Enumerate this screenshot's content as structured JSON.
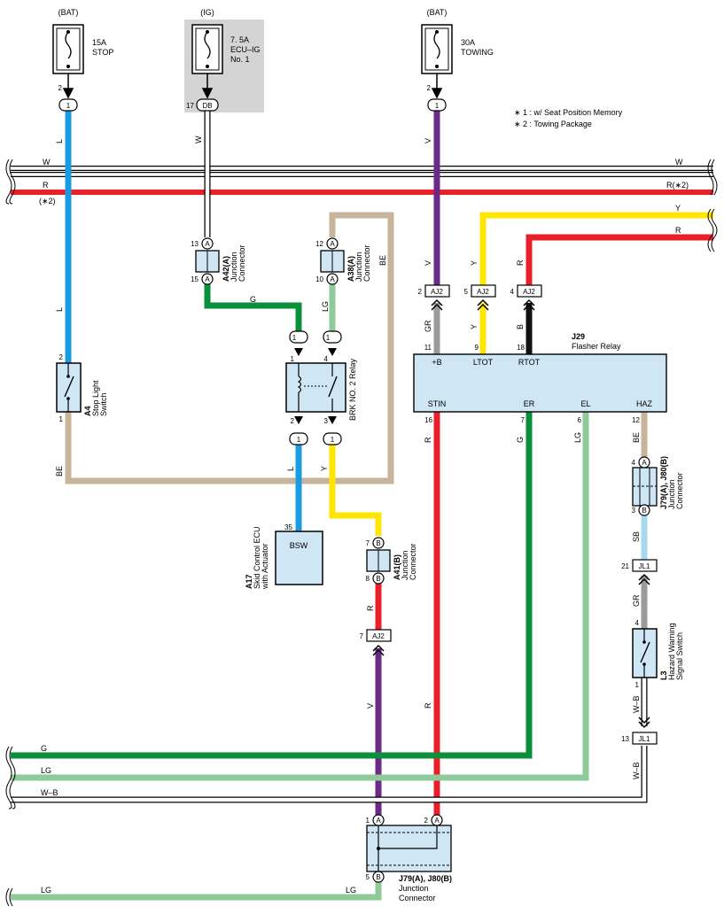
{
  "colors": {
    "L": "#1a9de0",
    "W": "#ffffff",
    "R": "#e8202a",
    "V": "#6b2a86",
    "Y": "#ffe600",
    "B": "#111111",
    "G": "#0a8f3a",
    "LG": "#8fca9a",
    "BE": "#c8b49a",
    "GR": "#9b9b9b",
    "SB": "#a8d8f0",
    "component_fill": "#cfe6f5",
    "ig_shade": "#d4d4d4"
  },
  "fuses": {
    "stop": {
      "source": "(BAT)",
      "rating": "15A",
      "name": "STOP",
      "pin": "2",
      "conn": "1"
    },
    "ecuig": {
      "source": "(IG)",
      "rating": "7. 5A",
      "name1": "ECU–IG",
      "name2": "No. 1",
      "pin": "17",
      "conn": "DB"
    },
    "towing": {
      "source": "(BAT)",
      "rating": "30A",
      "name": "TOWING",
      "pin": "2",
      "conn": "1"
    }
  },
  "notes": {
    "n1": "∗ 1 : w/ Seat Position Memory",
    "n2": "∗ 2 : Towing Package"
  },
  "bus": {
    "W": "W",
    "W_right": "W",
    "R": "R",
    "R_right": "R(∗2)",
    "R_note": "(∗2)",
    "Y": "Y",
    "R2": "R"
  },
  "wire_labels": {
    "L1": "L",
    "L2": "L",
    "W1": "W",
    "V1": "V",
    "V2": "V",
    "Y1": "Y",
    "Y2": "Y",
    "R1": "R",
    "B1": "B",
    "GR1": "GR",
    "G1": "G",
    "LG1": "LG",
    "BE1": "BE",
    "BE2": "BE",
    "L3": "L",
    "Y3": "Y",
    "R3": "R",
    "V3": "V",
    "R4": "R",
    "G2": "G",
    "LG2": "LG",
    "BE3": "BE",
    "SB": "SB",
    "GR2": "GR",
    "WB1": "W–B",
    "WB2": "W–B",
    "bottomG": "G",
    "bottomLG": "LG",
    "bottomWB": "W–B",
    "bottomLG2": "LG",
    "bottomLG3": "LG"
  },
  "a42": {
    "id": "A42(A)",
    "desc1": "Junction",
    "desc2": "Connector",
    "pin_top": "13",
    "pin_bot": "15",
    "conn": "A"
  },
  "a38": {
    "id": "A38(A)",
    "desc1": "Junction",
    "desc2": "Connector",
    "pin_top": "12",
    "pin_bot": "10",
    "conn": "A"
  },
  "a4": {
    "id": "A4",
    "desc1": "Stop Light",
    "desc2": "Switch",
    "pin_top": "2",
    "pin_bot": "1"
  },
  "relay": {
    "name": "BRK NO. 2 Relay",
    "p1": "1",
    "p4": "4",
    "p2": "2",
    "p3": "3",
    "c1": "1",
    "c4": "1",
    "c2": "1",
    "c3": "1"
  },
  "a17": {
    "id": "A17",
    "desc1": "Skid Control ECU",
    "desc2": "with Actuator",
    "pin": "35",
    "term": "BSW"
  },
  "a41": {
    "id": "A41(B)",
    "desc1": "Junction",
    "desc2": "Connector",
    "pin_top": "7",
    "pin_bot": "8",
    "conn": "B"
  },
  "aj2": {
    "label": "AJ2",
    "p2": "2",
    "p5": "5",
    "p4": "4",
    "p7": "7"
  },
  "j29": {
    "id": "J29",
    "name": "Flasher Relay",
    "top_pins": [
      {
        "num": "11",
        "term": "+B"
      },
      {
        "num": "9",
        "term": "LTOT"
      },
      {
        "num": "18",
        "term": "RTOT"
      }
    ],
    "bot_pins": [
      {
        "num": "16",
        "term": "STIN"
      },
      {
        "num": "7",
        "term": "ER"
      },
      {
        "num": "6",
        "term": "EL"
      },
      {
        "num": "12",
        "term": "HAZ"
      }
    ]
  },
  "j79a": {
    "id": "J79(A), J80(B)",
    "desc1": "Junction",
    "desc2": "Connector",
    "pin_top": "4",
    "pin_bot": "3",
    "ca": "A",
    "cb": "B"
  },
  "jl1": {
    "label": "JL1",
    "p21": "21",
    "p13": "13"
  },
  "l3": {
    "id": "L3",
    "desc1": "Hazard Warning",
    "desc2": "Signal Switch",
    "pin_top": "4",
    "pin_bot": "1"
  },
  "j79b": {
    "id": "J79(A), J80(B)",
    "desc1": "Junction",
    "desc2": "Connector",
    "p1": "1",
    "p2": "2",
    "p5": "5",
    "ca": "A",
    "cb": "B"
  }
}
